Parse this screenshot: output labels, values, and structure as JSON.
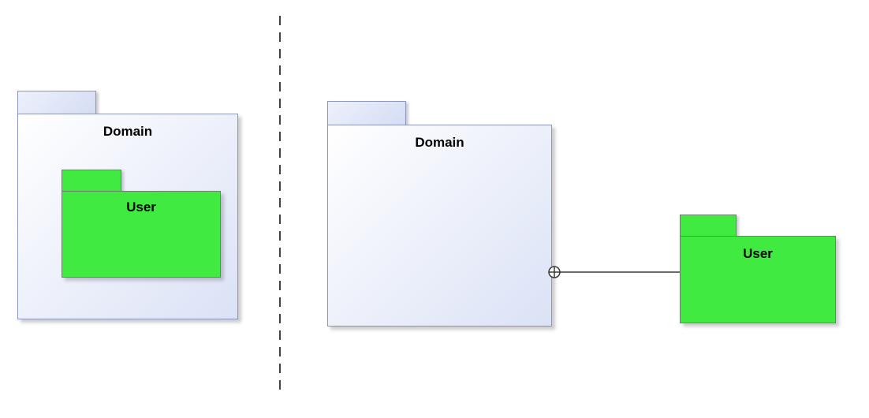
{
  "diagram_type": "uml-package-containment",
  "panels": {
    "left": {
      "description": "nested-notation",
      "domain_label": "Domain",
      "user_label": "User"
    },
    "right": {
      "description": "anchor-notation",
      "domain_label": "Domain",
      "user_label": "User"
    }
  },
  "connector": {
    "symbol": "circle-plus-containment-anchor"
  },
  "colors": {
    "domain_fill_light": "#ffffff",
    "domain_fill_dark": "#dbe2f6",
    "domain_tab_light": "#eef1fb",
    "domain_tab_dark": "#d5ddf4",
    "domain_border": "#8c96bf",
    "user_fill": "#41ea41",
    "user_border": "#6f7f6f",
    "connector": "#3a3a3a",
    "divider": "#424242",
    "label_text": "#000000"
  }
}
